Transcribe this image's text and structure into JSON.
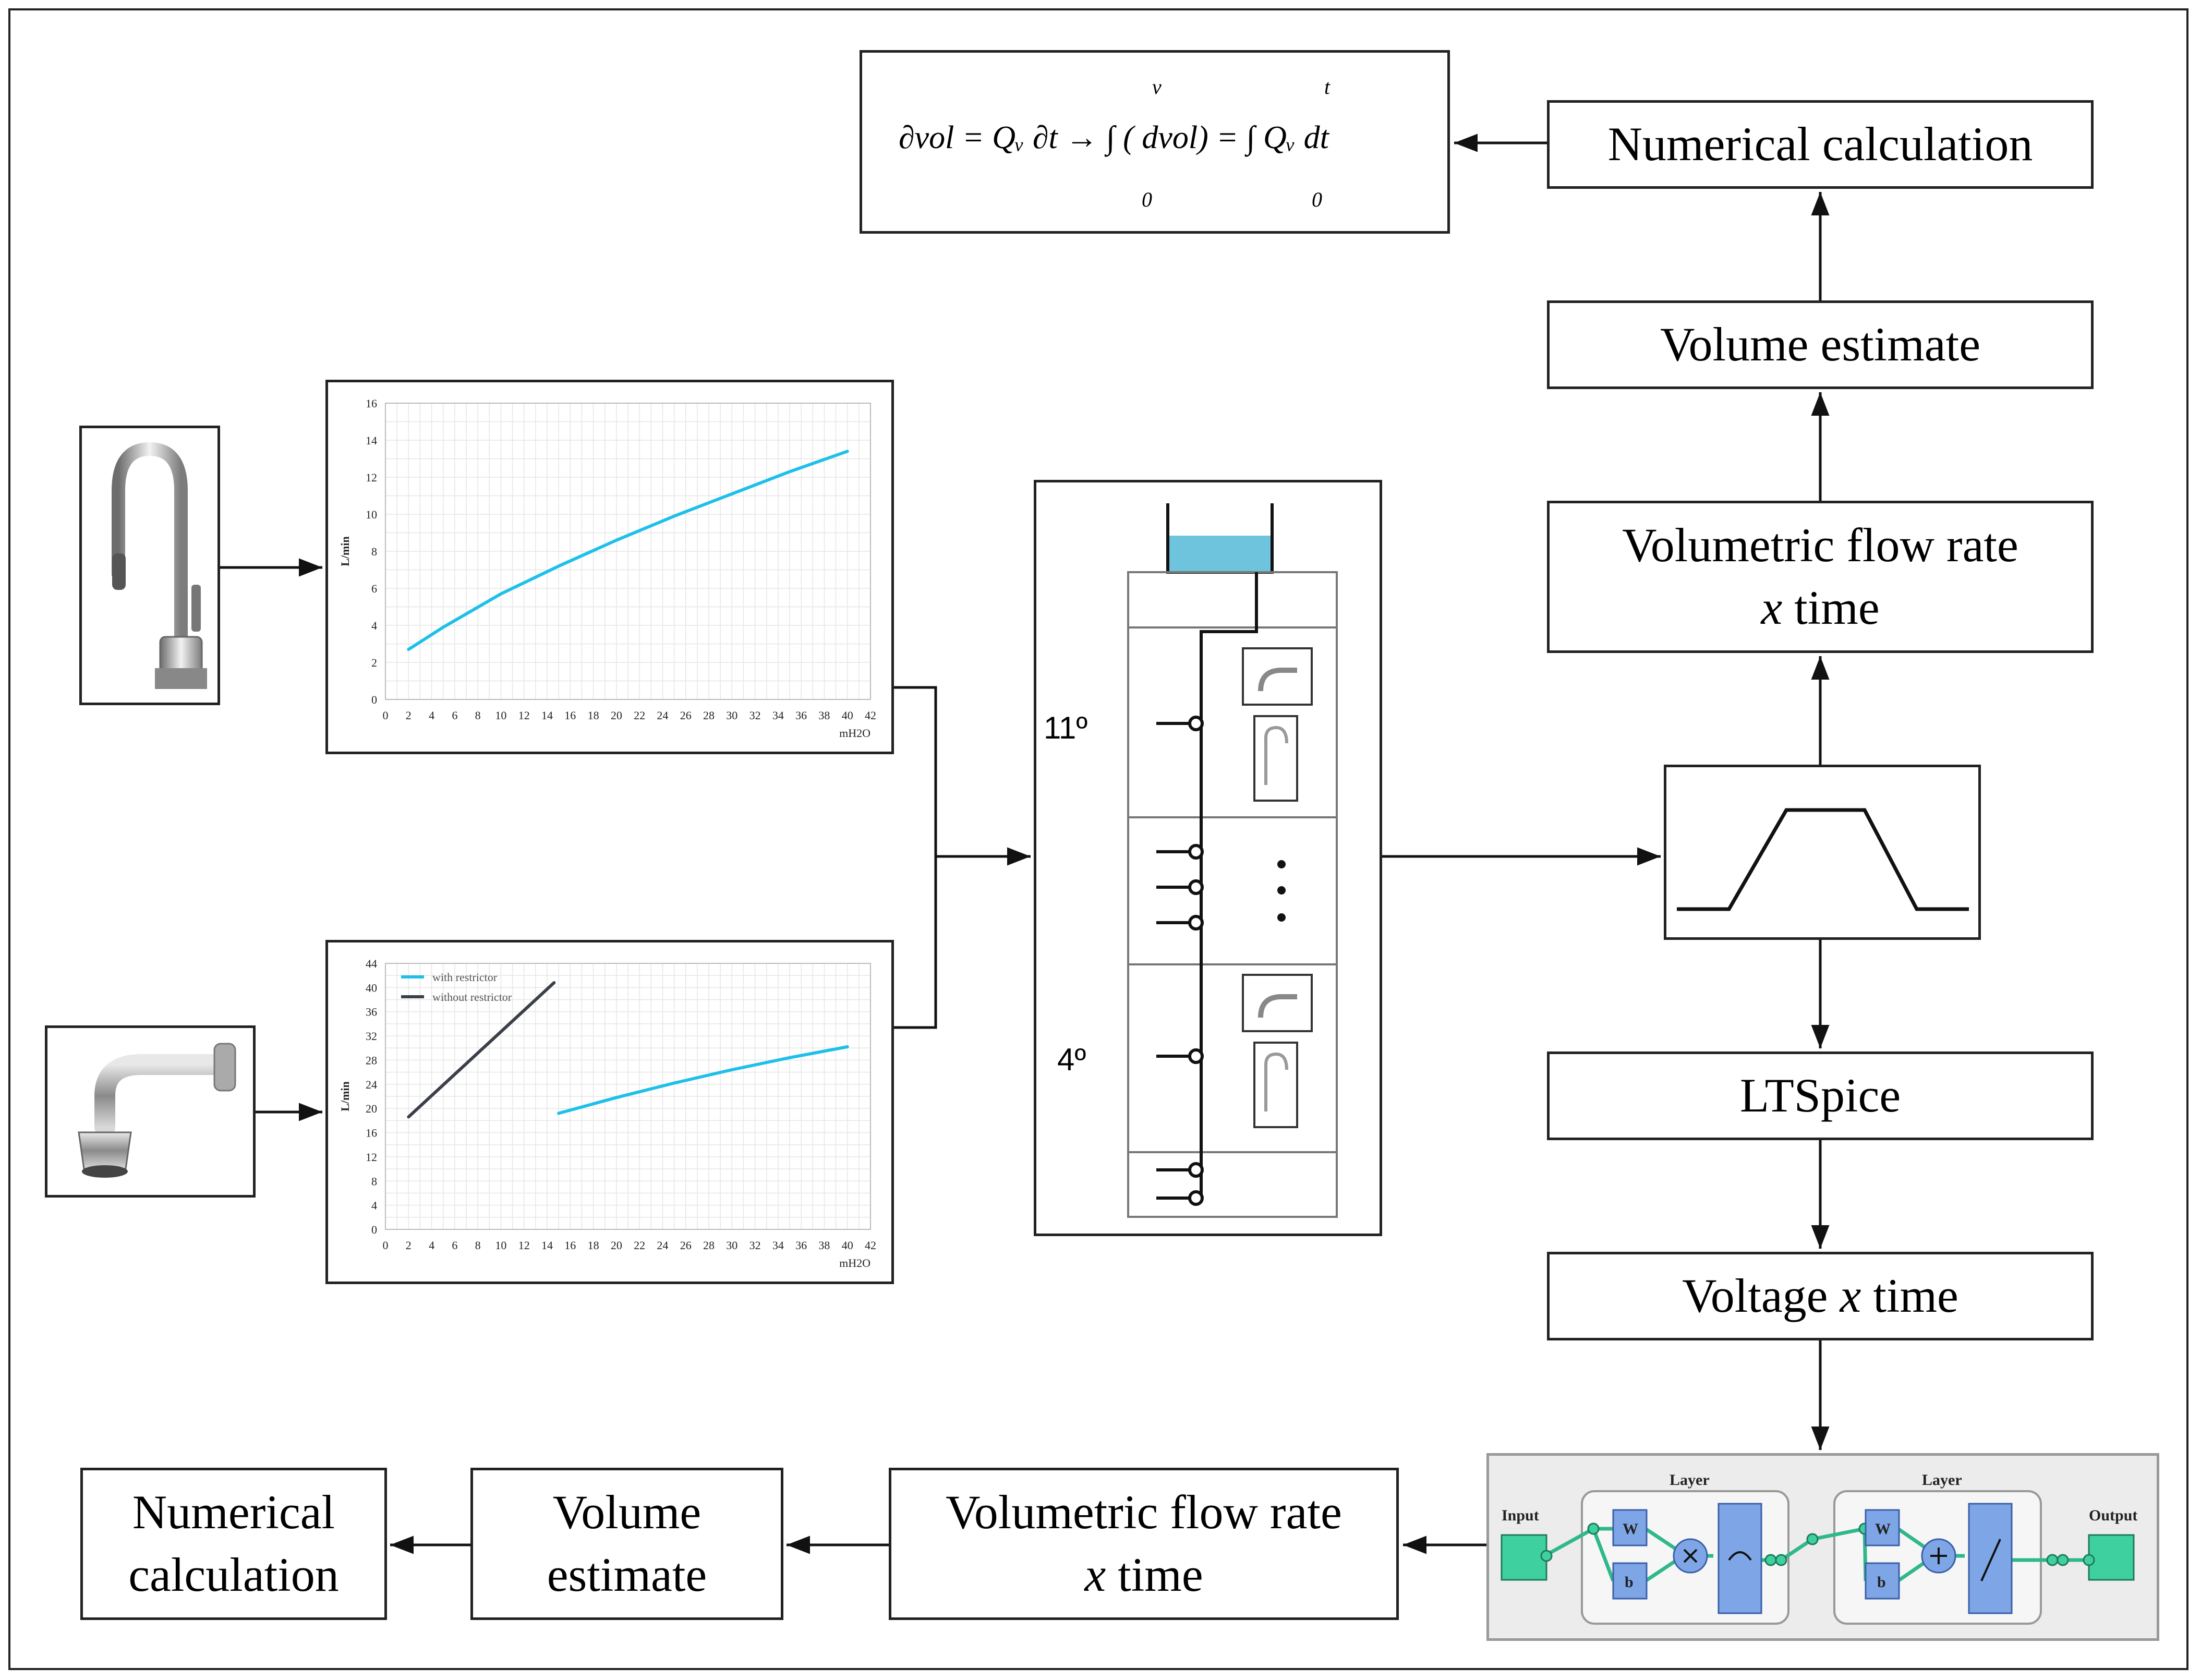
{
  "pipeline_right": {
    "numerical_calculation": "Numerical calculation",
    "volume_estimate": "Volume estimate",
    "flow_rate_line1": "Volumetric flow rate",
    "flow_rate_var": "x",
    "flow_rate_time": "time",
    "ltspice": "LTSpice",
    "voltage": "Voltage",
    "voltage_var": "x",
    "voltage_time": "time"
  },
  "pipeline_bottom": {
    "flow_rate_line1": "Volumetric flow rate",
    "flow_rate_var": "x",
    "flow_rate_time": "time",
    "volume_line1": "Volume",
    "volume_line2": "estimate",
    "numerical_line1": "Numerical",
    "numerical_line2": "calculation"
  },
  "formula": {
    "text": "∂vol = Qᵥ ∂t → ∫ ( dvol) = ∫ Qᵥ dt",
    "upper_limit_1": "v",
    "lower_limit_1": "0",
    "upper_limit_2": "t",
    "lower_limit_2": "0"
  },
  "building": {
    "floor_top": "11º",
    "floor_bottom": "4º"
  },
  "neural_network": {
    "input_label": "Input",
    "output_label": "Output",
    "layer1_label": "Layer",
    "layer2_label": "Layer",
    "weight_label": "W",
    "bias_label": "b"
  },
  "chart_data": [
    {
      "type": "line",
      "ylabel": "L/min",
      "xlabel": "mH2O",
      "xlim": [
        0,
        42
      ],
      "ylim": [
        0,
        16
      ],
      "xticks": [
        0,
        2,
        4,
        6,
        8,
        10,
        12,
        14,
        16,
        18,
        20,
        22,
        24,
        26,
        28,
        30,
        32,
        34,
        36,
        38,
        40,
        42
      ],
      "yticks": [
        0,
        2,
        4,
        6,
        8,
        10,
        12,
        14,
        16
      ],
      "series": [
        {
          "name": "",
          "color": "#1ec0ea",
          "x": [
            2,
            5,
            10,
            15,
            20,
            25,
            30,
            35,
            40
          ],
          "y": [
            2.7,
            3.9,
            5.7,
            7.2,
            8.6,
            9.9,
            11.1,
            12.3,
            13.4
          ]
        }
      ]
    },
    {
      "type": "line",
      "ylabel": "L/min",
      "xlabel": "mH2O",
      "xlim": [
        0,
        42
      ],
      "ylim": [
        0,
        44
      ],
      "xticks": [
        0,
        2,
        4,
        6,
        8,
        10,
        12,
        14,
        16,
        18,
        20,
        22,
        24,
        26,
        28,
        30,
        32,
        34,
        36,
        38,
        40,
        42
      ],
      "yticks": [
        0,
        4,
        8,
        12,
        16,
        20,
        24,
        28,
        32,
        36,
        40,
        44
      ],
      "legend": "top-left",
      "series": [
        {
          "name": "with restrictor",
          "color": "#1ec0ea",
          "x": [
            15,
            20,
            25,
            30,
            35,
            40
          ],
          "y": [
            19.2,
            21.8,
            24.2,
            26.4,
            28.4,
            30.2
          ]
        },
        {
          "name": "without restrictor",
          "color": "#3a3f48",
          "x": [
            2,
            14.6
          ],
          "y": [
            18.6,
            40.8
          ]
        }
      ]
    }
  ]
}
